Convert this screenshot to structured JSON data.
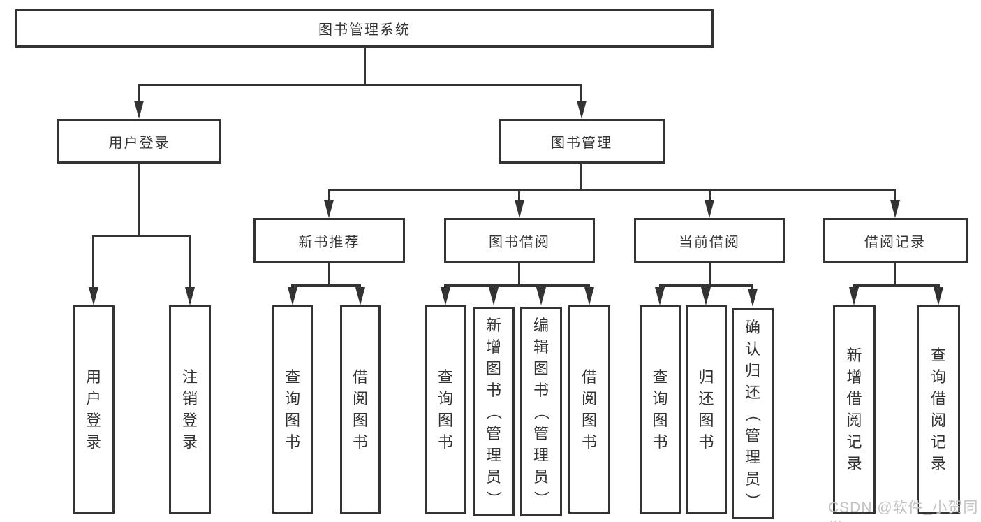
{
  "diagram": {
    "root": {
      "label": "图书管理系统"
    },
    "user_branch": {
      "label": "用户登录",
      "leaves": [
        {
          "label": "用户登录"
        },
        {
          "label": "注销登录"
        }
      ]
    },
    "book_branch": {
      "label": "图书管理",
      "sections": [
        {
          "label": "新书推荐",
          "leaves": [
            {
              "label": "查询图书"
            },
            {
              "label": "借阅图书"
            }
          ]
        },
        {
          "label": "图书借阅",
          "leaves": [
            {
              "label": "查询图书"
            },
            {
              "label": "新增图书（管理员）"
            },
            {
              "label": "编辑图书（管理员）"
            },
            {
              "label": "借阅图书"
            }
          ]
        },
        {
          "label": "当前借阅",
          "leaves": [
            {
              "label": "查询图书"
            },
            {
              "label": "归还图书"
            },
            {
              "label": "确认归还（管理员）"
            }
          ]
        },
        {
          "label": "借阅记录",
          "leaves": [
            {
              "label": "新增借阅记录"
            },
            {
              "label": "查询借阅记录"
            }
          ]
        }
      ]
    },
    "colors": {
      "border": "#333333",
      "text": "#333333",
      "background": "#ffffff",
      "watermark": "#c3c3c3"
    }
  },
  "watermark": {
    "text": "CSDN @软件_小贺同学"
  }
}
